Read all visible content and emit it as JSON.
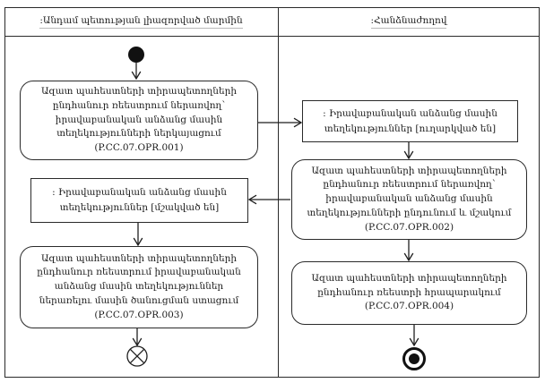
{
  "header": {
    "lane1_title": ":Անդամ պետության լիազորված մարմին",
    "lane2_title": ":Հանձնաժողով"
  },
  "nodes": {
    "opr001_label": "Ազատ պահեստների տիրապետողների ընդհանուր ռեեստրում ներառվող՝ իրավաբանական անձանց մասին տեղեկությունների ներկայացում (P.CC.07.OPR.001)",
    "info_sent_label": ": Իրավաբանական անձանց մասին տեղեկություններ [ուղարկված են]",
    "opr002_label": "Ազատ պահեստների տիրապետողների ընդհանուր ռեեստրում ներառվող՝ իրավաբանական անձանց մասին տեղեկությունների ընդունում և մշակում (P.CC.07.OPR.002)",
    "info_processed_label": ": Իրավաբանական անձանց մասին տեղեկություններ [մշակված են]",
    "opr003_label": "Ազատ պահեստների տիրապետողների ընդհանուր ռեեստրում իրավաբանական անձանց մասին տեղեկություններ ներառելու մասին ծանուցման ստացում (P.CC.07.OPR.003)",
    "opr004_label": "Ազատ պահեստների տիրապետողների ընդհանուր ռեեստրի հրապարակում (P.CC.07.OPR.004)"
  },
  "colors": {
    "line": "#1f1f1f",
    "border": "#2a2a2a",
    "background": "#ffffff",
    "header_underline": "#b8b8b8"
  }
}
